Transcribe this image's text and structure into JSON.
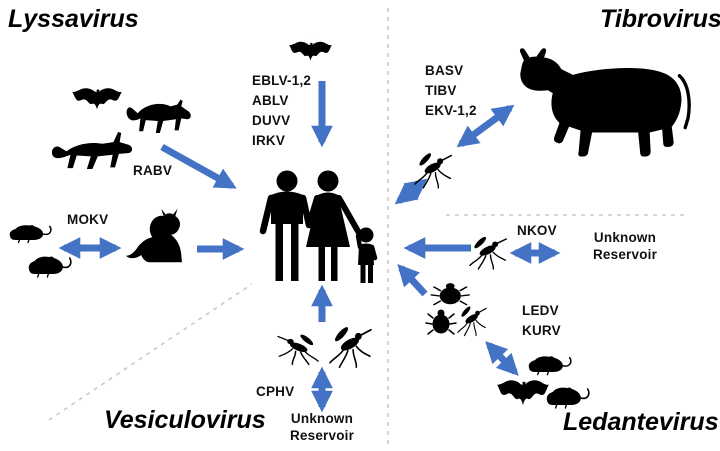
{
  "figure": {
    "colors": {
      "background": "#ffffff",
      "arrow": "#4472c4",
      "silhouette": "#000000",
      "dashed_divider": "#c9c9c9",
      "text": "#111111"
    },
    "genera": {
      "lyssavirus": {
        "title": "Lyssavirus"
      },
      "tibrovirus": {
        "title": "Tibrovirus"
      },
      "vesiculovirus": {
        "title": "Vesiculovirus"
      },
      "ledantevirus": {
        "title": "Ledantevirus"
      }
    },
    "labels": {
      "rabv": "RABV",
      "mokv": "MOKV",
      "bat_lyssaviruses": "EBLV-1,2\nABLV\nDUVV\nIRKV",
      "tibroviruses": "BASV\nTIBV\nEKV-1,2",
      "nkov": "NKOV",
      "unknown_reservoir_nkov": "Unknown\nReservoir",
      "ledanteviruses": "LEDV\nKURV",
      "cphv": "CPHV",
      "unknown_reservoir_cphv": "Unknown\nReservoir"
    },
    "icons": {
      "bat": "bat-icon",
      "fox": "fox-icon",
      "raccoon": "raccoon-icon",
      "rodent": "rodent-icon",
      "cat": "cat-icon",
      "cow": "cow-icon",
      "midge": "midge-icon",
      "mosquito": "mosquito-icon",
      "sandfly": "sandfly-icon",
      "tick": "tick-icon",
      "fly": "fly-icon",
      "humans": "human-family-icon"
    },
    "relationships": [
      {
        "from": "bat/raccoon/fox (RABV)",
        "to": "humans",
        "bidirectional": false
      },
      {
        "from": "rodents (MOKV)",
        "to": "cat",
        "bidirectional": true
      },
      {
        "from": "cat",
        "to": "humans",
        "bidirectional": false
      },
      {
        "from": "bat (EBLV-1,2 ABLV DUVV IRKV)",
        "to": "humans",
        "bidirectional": false
      },
      {
        "from": "midge (BASV TIBV EKV-1,2)",
        "to": "cow",
        "bidirectional": true
      },
      {
        "from": "midge",
        "to": "humans",
        "bidirectional": true
      },
      {
        "from": "mosquito (NKOV)",
        "to": "humans",
        "bidirectional": false
      },
      {
        "from": "mosquito (NKOV)",
        "to": "unknown reservoir",
        "bidirectional": true
      },
      {
        "from": "insects (LEDV KURV)",
        "to": "humans",
        "bidirectional": false
      },
      {
        "from": "insects (LEDV KURV)",
        "to": "rodents and bat",
        "bidirectional": true
      },
      {
        "from": "sandflies (CPHV)",
        "to": "humans",
        "bidirectional": false
      },
      {
        "from": "sandflies (CPHV)",
        "to": "unknown reservoir",
        "bidirectional": true
      }
    ]
  }
}
